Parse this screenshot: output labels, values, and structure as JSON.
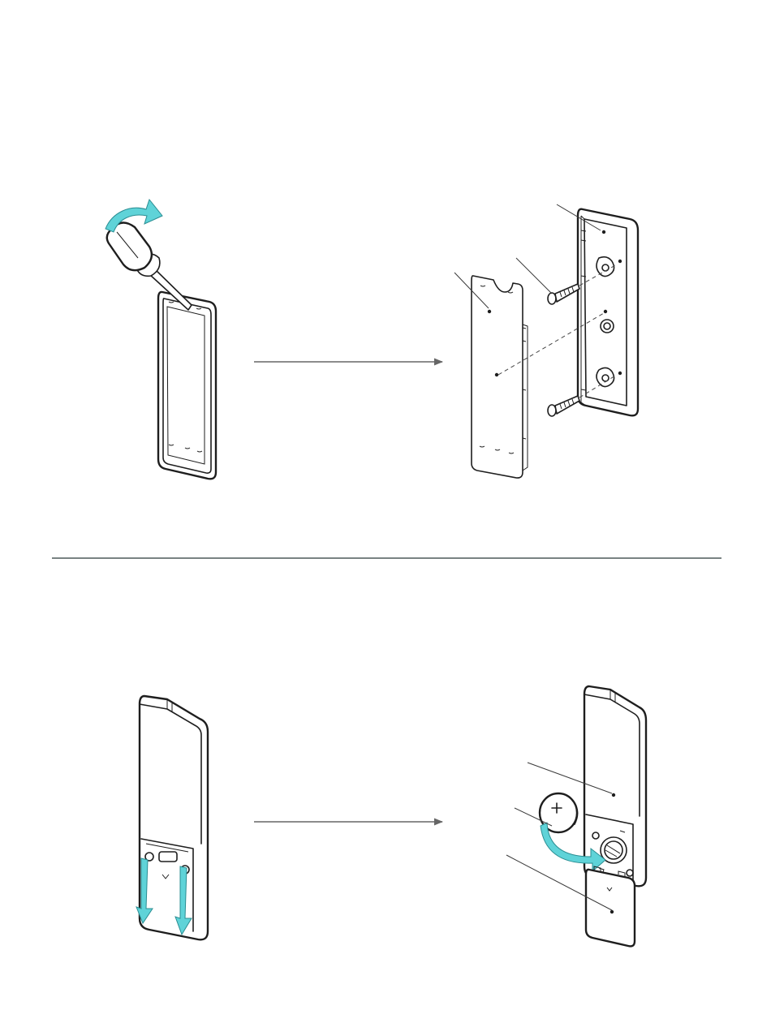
{
  "colors": {
    "line": "#1e1e1e",
    "accent": "#5fd3d8",
    "flow_arrow": "#666666",
    "divider": "#4d5a5a"
  },
  "steps": [
    {
      "name": "step-remove-backplate",
      "parts": [
        "screwdriver",
        "device-front",
        "flow-arrow",
        "cover-plate",
        "mounting-screw",
        "mounting-screw",
        "backplate"
      ]
    },
    {
      "name": "step-replace-battery",
      "parts": [
        "device-back",
        "flow-arrow",
        "device-open",
        "coin-battery",
        "battery-door"
      ]
    }
  ]
}
